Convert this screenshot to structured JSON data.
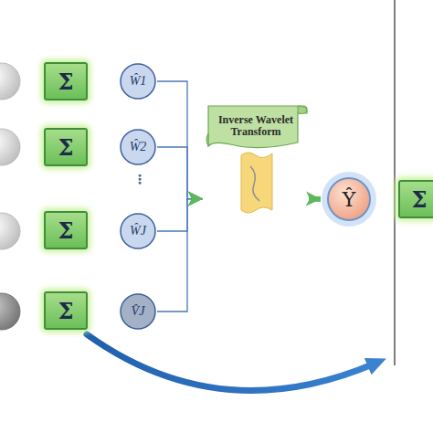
{
  "diagram": {
    "nodes": [
      {
        "text": [
          "Σ"
        ]
      },
      {
        "text": [
          "Ŵ1"
        ]
      },
      {
        "text": [
          "Σ"
        ]
      },
      {
        "text": [
          "Ŵ2"
        ]
      },
      {
        "text": [
          "Σ"
        ]
      },
      {
        "text": [
          "ŴJ"
        ]
      },
      {
        "text": [
          "Σ"
        ]
      },
      {
        "text": [
          "V̂J"
        ]
      },
      {
        "text": [
          "Inverse Wavelet Transform"
        ]
      },
      {
        "text": [
          "Ŷ"
        ]
      },
      {
        "text": [
          "Σ"
        ]
      }
    ],
    "edges": [
      {
        "from": 1,
        "to": 8,
        "arrow": "to"
      },
      {
        "from": 3,
        "to": 8,
        "arrow": "to"
      },
      {
        "from": 5,
        "to": 8,
        "arrow": "to"
      },
      {
        "from": 7,
        "to": 8,
        "arrow": "to"
      },
      {
        "from": 8,
        "to": 9,
        "arrow": "to"
      }
    ],
    "labels": [
      "⋮"
    ]
  }
}
